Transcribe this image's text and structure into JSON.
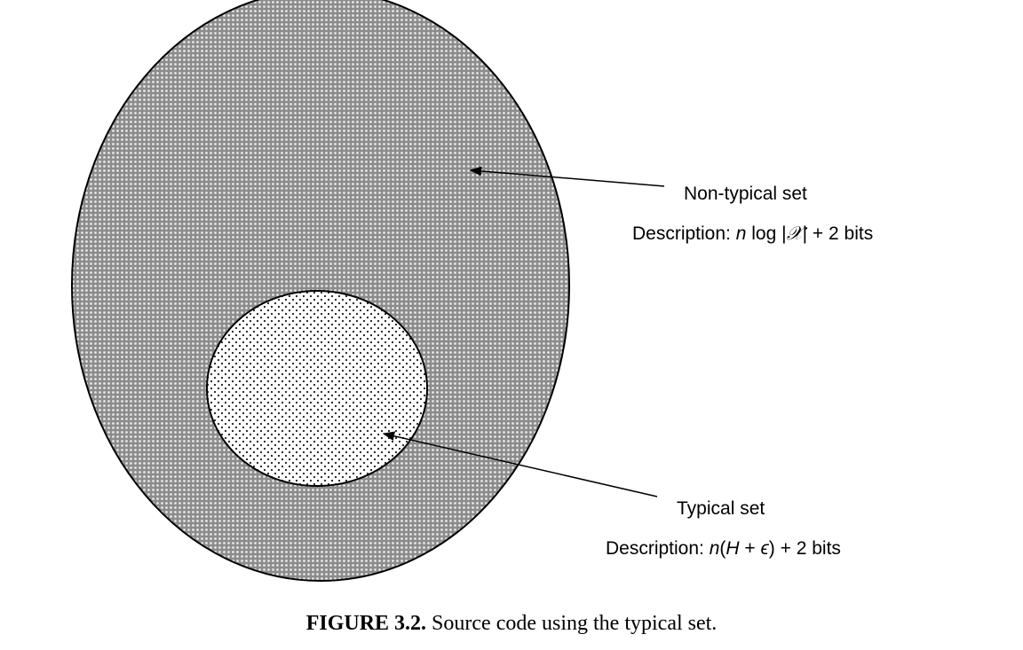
{
  "colors": {
    "outer_fill": "#8c8c8c",
    "outer_dots": "#e8e8e8",
    "inner_fill": "#ffffff",
    "inner_dots": "#1a1a1a",
    "stroke": "#000000"
  },
  "labels": {
    "non_typical": {
      "title": "Non-typical set",
      "desc_prefix": "Description: ",
      "desc_var": "n",
      "desc_log": " log |",
      "desc_alphabet": "𝒳",
      "desc_suffix": "| + 2 bits"
    },
    "typical": {
      "title": "Typical set",
      "desc_prefix": "Description: ",
      "desc_var": "n",
      "desc_open": "(",
      "desc_H": "H",
      "desc_plus": " + ",
      "desc_eps": "ϵ",
      "desc_suffix": ") + 2 bits"
    }
  },
  "caption": {
    "label": "FIGURE 3.2.",
    "text": " Source code using the typical set."
  }
}
